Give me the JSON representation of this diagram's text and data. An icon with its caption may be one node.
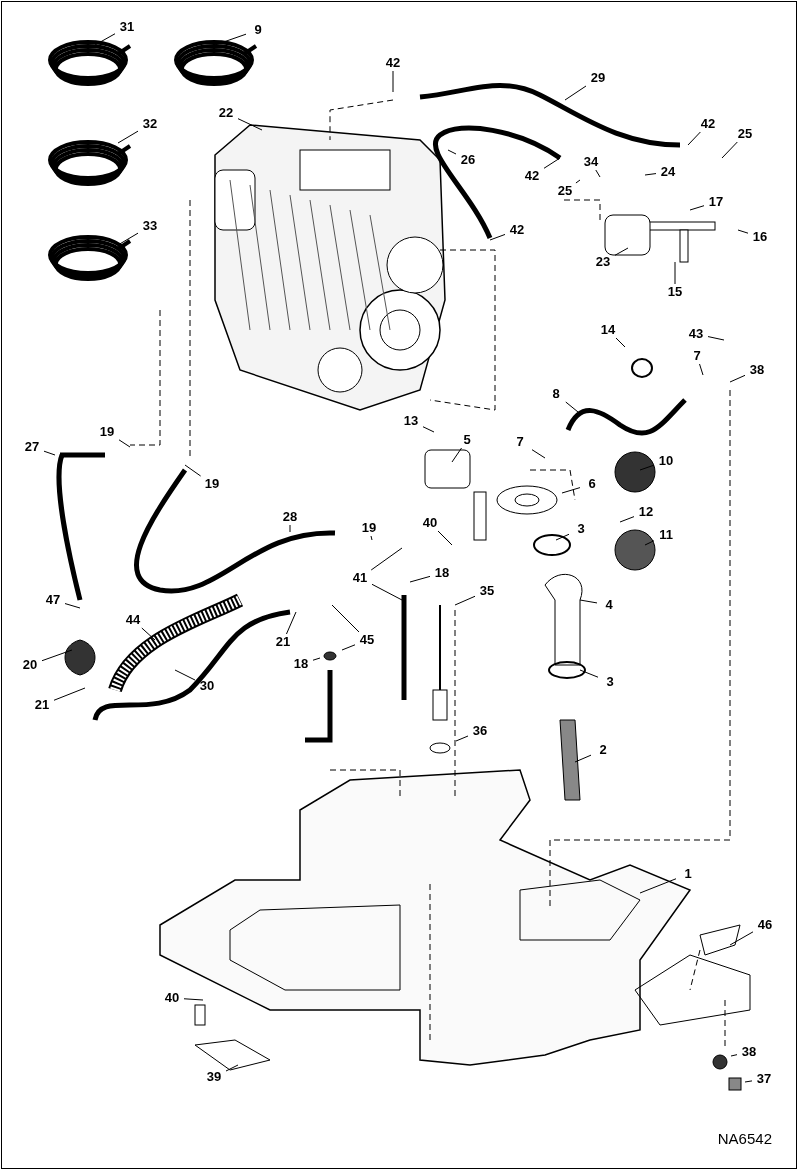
{
  "diagram": {
    "nodes": [
      {
        "text": [
          "31"
        ]
      },
      {
        "text": [
          "9"
        ]
      },
      {
        "text": [
          "42"
        ]
      },
      {
        "text": [
          "29"
        ]
      },
      {
        "text": [
          "22"
        ]
      },
      {
        "text": [
          "32"
        ]
      },
      {
        "text": [
          "42"
        ]
      },
      {
        "text": [
          "25"
        ]
      },
      {
        "text": [
          "26"
        ]
      },
      {
        "text": [
          "34"
        ]
      },
      {
        "text": [
          "24"
        ]
      },
      {
        "text": [
          "42"
        ]
      },
      {
        "text": [
          "25"
        ]
      },
      {
        "text": [
          "17"
        ]
      },
      {
        "text": [
          "33"
        ]
      },
      {
        "text": [
          "42"
        ]
      },
      {
        "text": [
          "16"
        ]
      },
      {
        "text": [
          "23"
        ]
      },
      {
        "text": [
          "15"
        ]
      },
      {
        "text": [
          "14"
        ]
      },
      {
        "text": [
          "43"
        ]
      },
      {
        "text": [
          "7"
        ]
      },
      {
        "text": [
          "38"
        ]
      },
      {
        "text": [
          "8"
        ]
      },
      {
        "text": [
          "13"
        ]
      },
      {
        "text": [
          "19"
        ]
      },
      {
        "text": [
          "5"
        ]
      },
      {
        "text": [
          "7"
        ]
      },
      {
        "text": [
          "27"
        ]
      },
      {
        "text": [
          "10"
        ]
      },
      {
        "text": [
          "19"
        ]
      },
      {
        "text": [
          "6"
        ]
      },
      {
        "text": [
          "12"
        ]
      },
      {
        "text": [
          "28"
        ]
      },
      {
        "text": [
          "40"
        ]
      },
      {
        "text": [
          "19"
        ]
      },
      {
        "text": [
          "3"
        ]
      },
      {
        "text": [
          "11"
        ]
      },
      {
        "text": [
          "18"
        ]
      },
      {
        "text": [
          "41"
        ]
      },
      {
        "text": [
          "35"
        ]
      },
      {
        "text": [
          "47"
        ]
      },
      {
        "text": [
          "4"
        ]
      },
      {
        "text": [
          "44"
        ]
      },
      {
        "text": [
          "21"
        ]
      },
      {
        "text": [
          "45"
        ]
      },
      {
        "text": [
          "18"
        ]
      },
      {
        "text": [
          "20"
        ]
      },
      {
        "text": [
          "3"
        ]
      },
      {
        "text": [
          "30"
        ]
      },
      {
        "text": [
          "21"
        ]
      },
      {
        "text": [
          "36"
        ]
      },
      {
        "text": [
          "2"
        ]
      },
      {
        "text": [
          "1"
        ]
      },
      {
        "text": [
          "46"
        ]
      },
      {
        "text": [
          "40"
        ]
      },
      {
        "text": [
          "38"
        ]
      },
      {
        "text": [
          "39"
        ]
      },
      {
        "text": [
          "37"
        ]
      }
    ],
    "edges": [
      {
        "from": 0,
        "to": null,
        "arrow": "none"
      },
      {
        "from": 1,
        "to": null,
        "arrow": "none"
      },
      {
        "from": 2,
        "to": null,
        "arrow": "none"
      },
      {
        "from": 3,
        "to": null,
        "arrow": "none"
      },
      {
        "from": 4,
        "to": null,
        "arrow": "none"
      },
      {
        "from": 5,
        "to": null,
        "arrow": "none"
      },
      {
        "from": 6,
        "to": null,
        "arrow": "none"
      },
      {
        "from": 7,
        "to": null,
        "arrow": "none"
      },
      {
        "from": 8,
        "to": null,
        "arrow": "none"
      },
      {
        "from": 9,
        "to": null,
        "arrow": "none"
      },
      {
        "from": 10,
        "to": null,
        "arrow": "none"
      },
      {
        "from": 11,
        "to": null,
        "arrow": "none"
      },
      {
        "from": 12,
        "to": null,
        "arrow": "none"
      },
      {
        "from": 13,
        "to": null,
        "arrow": "none"
      },
      {
        "from": 14,
        "to": null,
        "arrow": "none"
      },
      {
        "from": 15,
        "to": null,
        "arrow": "none"
      },
      {
        "from": 16,
        "to": null,
        "arrow": "none"
      },
      {
        "from": 17,
        "to": null,
        "arrow": "none"
      },
      {
        "from": 18,
        "to": null,
        "arrow": "none"
      },
      {
        "from": 19,
        "to": null,
        "arrow": "none"
      },
      {
        "from": 20,
        "to": null,
        "arrow": "none"
      },
      {
        "from": 21,
        "to": null,
        "arrow": "none"
      },
      {
        "from": 22,
        "to": null,
        "arrow": "none"
      },
      {
        "from": 23,
        "to": null,
        "arrow": "none"
      },
      {
        "from": 24,
        "to": null,
        "arrow": "none"
      },
      {
        "from": 25,
        "to": null,
        "arrow": "none"
      },
      {
        "from": 26,
        "to": null,
        "arrow": "none"
      },
      {
        "from": 27,
        "to": null,
        "arrow": "none"
      },
      {
        "from": 28,
        "to": null,
        "arrow": "none"
      },
      {
        "from": 29,
        "to": null,
        "arrow": "none"
      },
      {
        "from": 30,
        "to": null,
        "arrow": "none"
      },
      {
        "from": 31,
        "to": null,
        "arrow": "none"
      },
      {
        "from": 32,
        "to": null,
        "arrow": "none"
      },
      {
        "from": 33,
        "to": null,
        "arrow": "none"
      },
      {
        "from": 34,
        "to": null,
        "arrow": "none"
      },
      {
        "from": 35,
        "to": null,
        "arrow": "none"
      },
      {
        "from": 36,
        "to": null,
        "arrow": "none"
      },
      {
        "from": 37,
        "to": null,
        "arrow": "none"
      },
      {
        "from": 38,
        "to": null,
        "arrow": "none"
      },
      {
        "from": 39,
        "to": null,
        "arrow": "none"
      },
      {
        "from": 39,
        "to": null,
        "arrow": "none"
      },
      {
        "from": 40,
        "to": null,
        "arrow": "none"
      },
      {
        "from": 41,
        "to": null,
        "arrow": "none"
      },
      {
        "from": 42,
        "to": null,
        "arrow": "none"
      },
      {
        "from": 43,
        "to": null,
        "arrow": "none"
      },
      {
        "from": 44,
        "to": null,
        "arrow": "none"
      },
      {
        "from": 45,
        "to": null,
        "arrow": "none"
      },
      {
        "from": 45,
        "to": null,
        "arrow": "none"
      },
      {
        "from": 46,
        "to": null,
        "arrow": "none"
      },
      {
        "from": 47,
        "to": null,
        "arrow": "none"
      },
      {
        "from": 48,
        "to": null,
        "arrow": "none"
      },
      {
        "from": 49,
        "to": null,
        "arrow": "none"
      },
      {
        "from": 50,
        "to": null,
        "arrow": "none"
      },
      {
        "from": 51,
        "to": null,
        "arrow": "none"
      },
      {
        "from": 52,
        "to": null,
        "arrow": "none"
      },
      {
        "from": 53,
        "to": null,
        "arrow": "none"
      },
      {
        "from": 54,
        "to": null,
        "arrow": "none"
      },
      {
        "from": 55,
        "to": null,
        "arrow": "none"
      },
      {
        "from": 56,
        "to": null,
        "arrow": "none"
      },
      {
        "from": 57,
        "to": null,
        "arrow": "none"
      },
      {
        "from": 58,
        "to": null,
        "arrow": "none"
      }
    ],
    "labels": [
      "NA6542"
    ]
  }
}
